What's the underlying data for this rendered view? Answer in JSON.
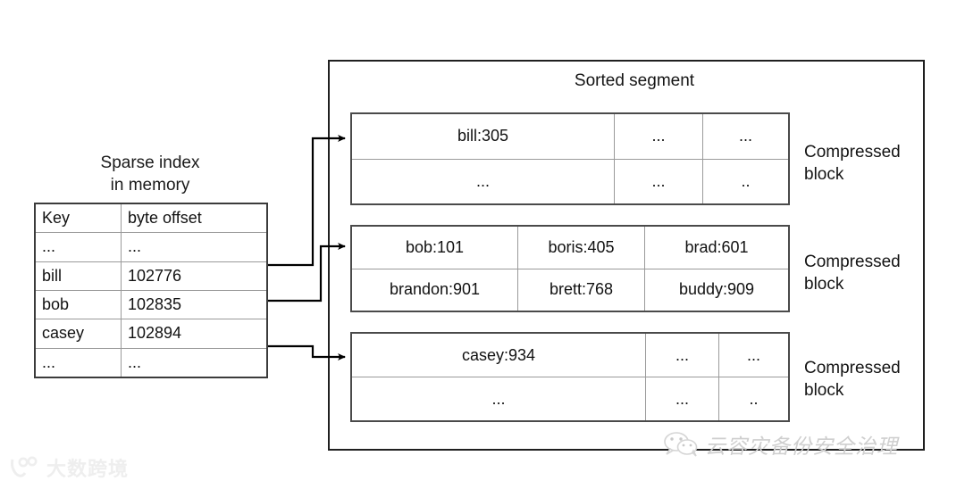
{
  "diagram": {
    "sparse_index": {
      "title": "Sparse index\nin memory",
      "columns": [
        "Key",
        "byte offset"
      ],
      "rows": [
        {
          "key": "...",
          "offset": "..."
        },
        {
          "key": "bill",
          "offset": "102776"
        },
        {
          "key": "bob",
          "offset": "102835"
        },
        {
          "key": "casey",
          "offset": "102894"
        },
        {
          "key": "...",
          "offset": "..."
        }
      ]
    },
    "segment": {
      "title": "Sorted segment",
      "blocks": [
        {
          "label": "Compressed\nblock",
          "rows": [
            [
              "bill:305",
              "...",
              "..."
            ],
            [
              "...",
              "...",
              ".."
            ]
          ]
        },
        {
          "label": "Compressed\nblock",
          "rows": [
            [
              "bob:101",
              "boris:405",
              "brad:601"
            ],
            [
              "brandon:901",
              "brett:768",
              "buddy:909"
            ]
          ]
        },
        {
          "label": "Compressed\nblock",
          "rows": [
            [
              "casey:934",
              "...",
              "..."
            ],
            [
              "...",
              "...",
              ".."
            ]
          ]
        }
      ]
    },
    "colors": {
      "line": "#202020",
      "cell_divider": "#9a9a9a",
      "block_border": "#4a4a4a",
      "text": "#111111",
      "watermark": "#d8d8d8"
    },
    "watermarks": {
      "bottom_left": "大数跨境",
      "bottom_right": "云容灾备份安全治理"
    }
  }
}
